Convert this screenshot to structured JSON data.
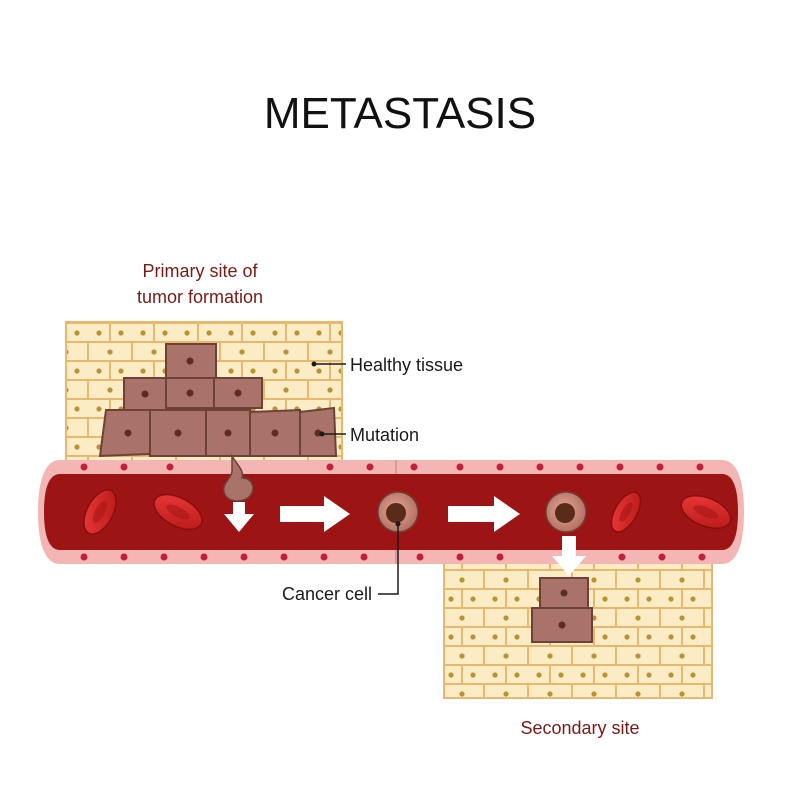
{
  "title": "METASTASIS",
  "labels": {
    "primary_line1": "Primary site of",
    "primary_line2": "tumor formation",
    "healthy": "Healthy tissue",
    "mutation": "Mutation",
    "cancer_cell": "Cancer cell",
    "secondary": "Secondary site"
  },
  "colors": {
    "tissue_fill": "#fbecc6",
    "tissue_border": "#e7b86e",
    "tumor_fill": "#a9736a",
    "tumor_border": "#6e4138",
    "vessel_wall": "#f3b6b4",
    "vessel_lumen": "#9c1414",
    "red_blood_cell": "#d92a2a",
    "dots": "#c21f38",
    "title_text": "#111111",
    "red_text": "#7a1a14"
  }
}
